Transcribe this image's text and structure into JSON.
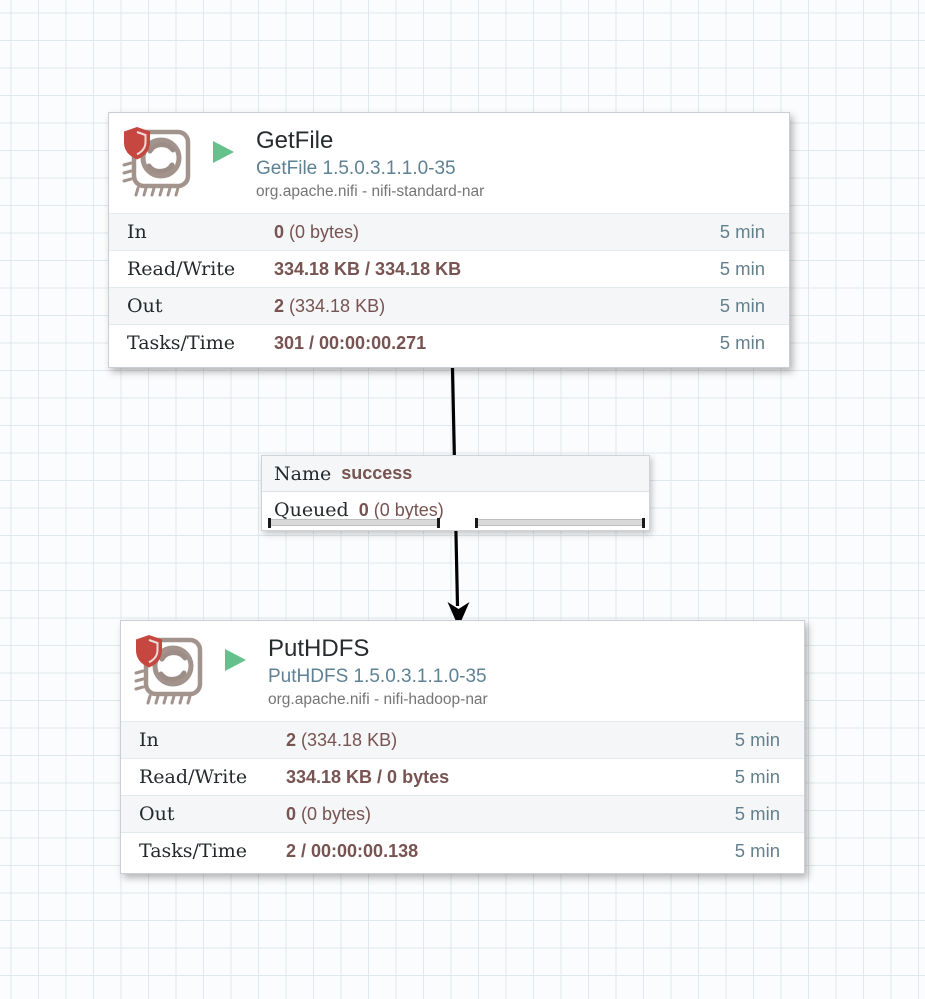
{
  "app": "Apache NiFi flow canvas",
  "colors": {
    "value_maroon": "#775351",
    "window_blue": "#64808d",
    "version_blue": "#5e8194",
    "row_alt_bg": "#f4f6f7",
    "run_green": "#65c08b",
    "icon_taupe": "#a2948c",
    "shield_red": "#c5473f",
    "line_black": "#000000"
  },
  "processors": [
    {
      "name": "GetFile",
      "version": "GetFile 1.5.0.3.1.1.0-35",
      "bundle": "org.apache.nifi - nifi-standard-nar",
      "run_state": "running",
      "stats": [
        {
          "label": "In",
          "value_bold": "0",
          "value_rest": " (0 bytes)",
          "window": "5 min"
        },
        {
          "label": "Read/Write",
          "value_bold": "334.18 KB / 334.18 KB",
          "value_rest": "",
          "window": "5 min"
        },
        {
          "label": "Out",
          "value_bold": "2",
          "value_rest": " (334.18 KB)",
          "window": "5 min"
        },
        {
          "label": "Tasks/Time",
          "value_bold": "301 / 00:00:00.271",
          "value_rest": "",
          "window": "5 min"
        }
      ]
    },
    {
      "name": "PutHDFS",
      "version": "PutHDFS 1.5.0.3.1.1.0-35",
      "bundle": "org.apache.nifi - nifi-hadoop-nar",
      "run_state": "running",
      "stats": [
        {
          "label": "In",
          "value_bold": "2",
          "value_rest": " (334.18 KB)",
          "window": "5 min"
        },
        {
          "label": "Read/Write",
          "value_bold": "334.18 KB / 0 bytes",
          "value_rest": "",
          "window": "5 min"
        },
        {
          "label": "Out",
          "value_bold": "0",
          "value_rest": " (0 bytes)",
          "window": "5 min"
        },
        {
          "label": "Tasks/Time",
          "value_bold": "2 / 00:00:00.138",
          "value_rest": "",
          "window": "5 min"
        }
      ]
    }
  ],
  "connection": {
    "name_label": "Name",
    "name_value": "success",
    "queued_label": "Queued",
    "queued_bold": "0",
    "queued_rest": " (0 bytes)"
  }
}
